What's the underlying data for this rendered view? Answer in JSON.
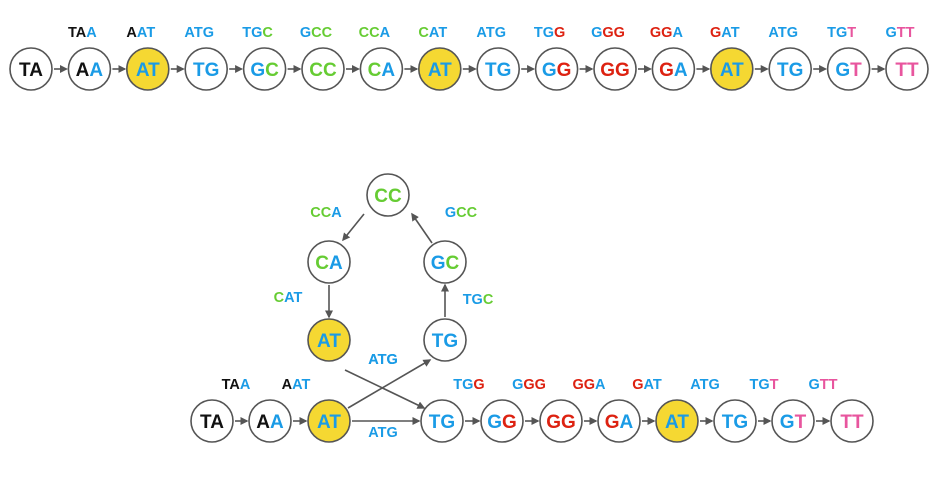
{
  "colors": {
    "A": "#1a9be6",
    "T": "#1a9be6",
    "C": "#66cc33",
    "G": "#dd2211",
    "pink": "#e8559e",
    "black": "#111111",
    "highlight": "#f5d832",
    "node_stroke": "#555555",
    "arrow": "#555555"
  },
  "top_path": {
    "nodes": [
      {
        "label": "TA",
        "letter_colors": [
          "black",
          "black"
        ],
        "highlight": false
      },
      {
        "label": "AA",
        "letter_colors": [
          "black",
          "A"
        ],
        "highlight": false
      },
      {
        "label": "AT",
        "letter_colors": [
          "A",
          "T"
        ],
        "highlight": true
      },
      {
        "label": "TG",
        "letter_colors": [
          "T",
          "T"
        ],
        "highlight": false
      },
      {
        "label": "GC",
        "letter_colors": [
          "T",
          "C"
        ],
        "highlight": false
      },
      {
        "label": "CC",
        "letter_colors": [
          "C",
          "C"
        ],
        "highlight": false
      },
      {
        "label": "CA",
        "letter_colors": [
          "C",
          "A"
        ],
        "highlight": false
      },
      {
        "label": "AT",
        "letter_colors": [
          "A",
          "T"
        ],
        "highlight": true
      },
      {
        "label": "TG",
        "letter_colors": [
          "T",
          "T"
        ],
        "highlight": false
      },
      {
        "label": "GG",
        "letter_colors": [
          "T",
          "G"
        ],
        "highlight": false
      },
      {
        "label": "GG",
        "letter_colors": [
          "G",
          "G"
        ],
        "highlight": false
      },
      {
        "label": "GA",
        "letter_colors": [
          "G",
          "A"
        ],
        "highlight": false
      },
      {
        "label": "AT",
        "letter_colors": [
          "A",
          "T"
        ],
        "highlight": true
      },
      {
        "label": "TG",
        "letter_colors": [
          "T",
          "T"
        ],
        "highlight": false
      },
      {
        "label": "GT",
        "letter_colors": [
          "T",
          "pink"
        ],
        "highlight": false
      },
      {
        "label": "TT",
        "letter_colors": [
          "pink",
          "pink"
        ],
        "highlight": false
      }
    ],
    "edges": [
      {
        "label": "TAA",
        "letter_colors": [
          "black",
          "black",
          "A"
        ]
      },
      {
        "label": "AAT",
        "letter_colors": [
          "black",
          "A",
          "A"
        ]
      },
      {
        "label": "ATG",
        "letter_colors": [
          "A",
          "A",
          "A"
        ]
      },
      {
        "label": "TGC",
        "letter_colors": [
          "A",
          "A",
          "C"
        ]
      },
      {
        "label": "GCC",
        "letter_colors": [
          "A",
          "C",
          "C"
        ]
      },
      {
        "label": "CCA",
        "letter_colors": [
          "C",
          "C",
          "A"
        ]
      },
      {
        "label": "CAT",
        "letter_colors": [
          "C",
          "A",
          "A"
        ]
      },
      {
        "label": "ATG",
        "letter_colors": [
          "A",
          "A",
          "A"
        ]
      },
      {
        "label": "TGG",
        "letter_colors": [
          "A",
          "A",
          "G"
        ]
      },
      {
        "label": "GGG",
        "letter_colors": [
          "A",
          "G",
          "G"
        ]
      },
      {
        "label": "GGA",
        "letter_colors": [
          "G",
          "G",
          "A"
        ]
      },
      {
        "label": "GAT",
        "letter_colors": [
          "G",
          "A",
          "A"
        ]
      },
      {
        "label": "ATG",
        "letter_colors": [
          "A",
          "A",
          "A"
        ]
      },
      {
        "label": "TGT",
        "letter_colors": [
          "A",
          "A",
          "pink"
        ]
      },
      {
        "label": "GTT",
        "letter_colors": [
          "A",
          "pink",
          "pink"
        ]
      }
    ]
  },
  "graph": {
    "nodes": [
      {
        "id": "ta",
        "label": "TA",
        "letter_colors": [
          "black",
          "black"
        ],
        "highlight": false
      },
      {
        "id": "aa",
        "label": "AA",
        "letter_colors": [
          "black",
          "A"
        ],
        "highlight": false
      },
      {
        "id": "at1",
        "label": "AT",
        "letter_colors": [
          "A",
          "A"
        ],
        "highlight": true
      },
      {
        "id": "tg_cycle",
        "label": "TG",
        "letter_colors": [
          "A",
          "A"
        ],
        "highlight": false
      },
      {
        "id": "gc",
        "label": "GC",
        "letter_colors": [
          "A",
          "C"
        ],
        "highlight": false
      },
      {
        "id": "cc",
        "label": "CC",
        "letter_colors": [
          "C",
          "C"
        ],
        "highlight": false
      },
      {
        "id": "ca",
        "label": "CA",
        "letter_colors": [
          "C",
          "A"
        ],
        "highlight": false
      },
      {
        "id": "at_cycle",
        "label": "AT",
        "letter_colors": [
          "A",
          "A"
        ],
        "highlight": true
      },
      {
        "id": "tg2",
        "label": "TG",
        "letter_colors": [
          "A",
          "A"
        ],
        "highlight": false
      },
      {
        "id": "gg1",
        "label": "GG",
        "letter_colors": [
          "A",
          "G"
        ],
        "highlight": false
      },
      {
        "id": "gg2",
        "label": "GG",
        "letter_colors": [
          "G",
          "G"
        ],
        "highlight": false
      },
      {
        "id": "ga",
        "label": "GA",
        "letter_colors": [
          "G",
          "A"
        ],
        "highlight": false
      },
      {
        "id": "at2",
        "label": "AT",
        "letter_colors": [
          "A",
          "A"
        ],
        "highlight": true
      },
      {
        "id": "tg3",
        "label": "TG",
        "letter_colors": [
          "A",
          "A"
        ],
        "highlight": false
      },
      {
        "id": "gt",
        "label": "GT",
        "letter_colors": [
          "A",
          "pink"
        ],
        "highlight": false
      },
      {
        "id": "tt",
        "label": "TT",
        "letter_colors": [
          "pink",
          "pink"
        ],
        "highlight": false
      }
    ],
    "edges": [
      {
        "from": "ta",
        "to": "aa",
        "label": "TAA",
        "letter_colors": [
          "black",
          "black",
          "A"
        ]
      },
      {
        "from": "aa",
        "to": "at1",
        "label": "AAT",
        "letter_colors": [
          "black",
          "A",
          "A"
        ]
      },
      {
        "from": "at1",
        "to": "tg_cycle",
        "label": "ATG",
        "letter_colors": [
          "A",
          "A",
          "A"
        ]
      },
      {
        "from": "tg_cycle",
        "to": "gc",
        "label": "TGC",
        "letter_colors": [
          "A",
          "A",
          "C"
        ]
      },
      {
        "from": "gc",
        "to": "cc",
        "label": "GCC",
        "letter_colors": [
          "A",
          "C",
          "C"
        ]
      },
      {
        "from": "cc",
        "to": "ca",
        "label": "CCA",
        "letter_colors": [
          "C",
          "C",
          "A"
        ]
      },
      {
        "from": "ca",
        "to": "at_cycle",
        "label": "CAT",
        "letter_colors": [
          "C",
          "A",
          "A"
        ]
      },
      {
        "from": "at_cycle",
        "to": "tg2",
        "label": "ATG",
        "letter_colors": [
          "A",
          "A",
          "A"
        ]
      },
      {
        "from": "at1",
        "to": "tg2",
        "label": "ATG",
        "letter_colors": [
          "A",
          "A",
          "A"
        ]
      },
      {
        "from": "tg2",
        "to": "gg1",
        "label": "TGG",
        "letter_colors": [
          "A",
          "A",
          "G"
        ]
      },
      {
        "from": "gg1",
        "to": "gg2",
        "label": "GGG",
        "letter_colors": [
          "A",
          "G",
          "G"
        ]
      },
      {
        "from": "gg2",
        "to": "ga",
        "label": "GGA",
        "letter_colors": [
          "G",
          "G",
          "A"
        ]
      },
      {
        "from": "ga",
        "to": "at2",
        "label": "GAT",
        "letter_colors": [
          "G",
          "A",
          "A"
        ]
      },
      {
        "from": "at2",
        "to": "tg3",
        "label": "ATG",
        "letter_colors": [
          "A",
          "A",
          "A"
        ]
      },
      {
        "from": "tg3",
        "to": "gt",
        "label": "TGT",
        "letter_colors": [
          "A",
          "A",
          "pink"
        ]
      },
      {
        "from": "gt",
        "to": "tt",
        "label": "GTT",
        "letter_colors": [
          "A",
          "pink",
          "pink"
        ]
      }
    ]
  }
}
